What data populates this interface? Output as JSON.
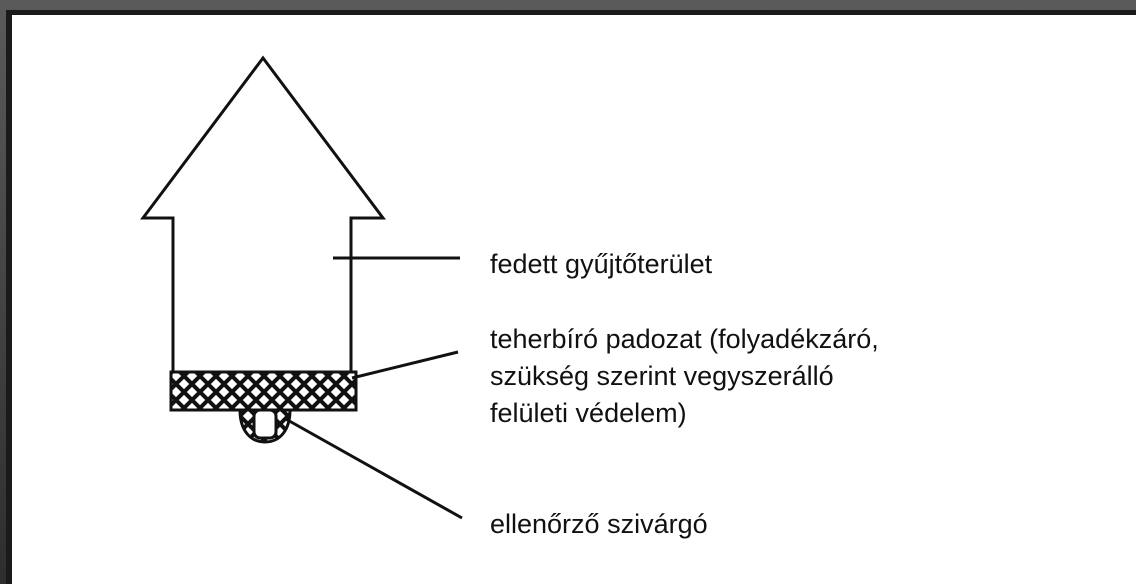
{
  "labels": {
    "covered_area": "fedett gyűjtőterület",
    "floor_line1": "teherbíró padozat (folyadékzáró,",
    "floor_line2": "szükség szerint vegyszerálló",
    "floor_line3": "felületi védelem)",
    "drain": "ellenőrző szivárgó"
  }
}
